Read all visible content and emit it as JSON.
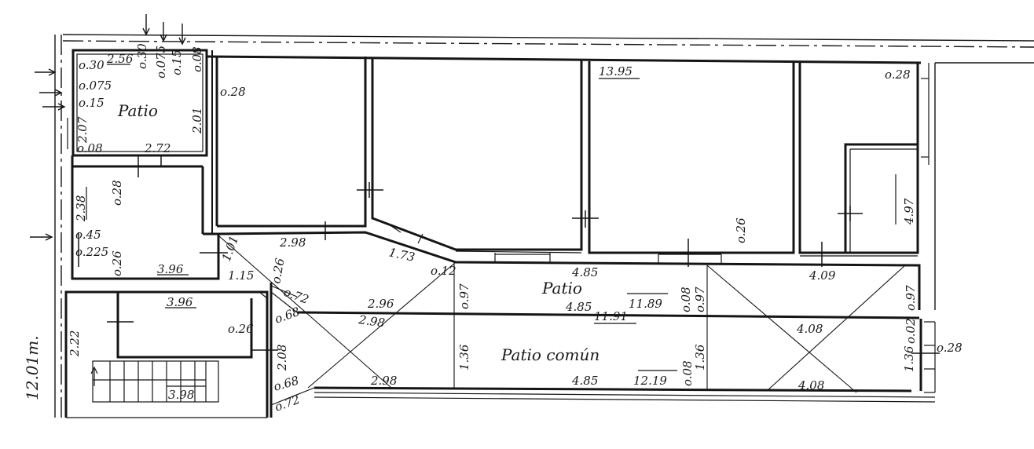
{
  "labels": {
    "patio_small": "Patio",
    "patio_mid": "Patio",
    "patio_comun": "Patio común"
  },
  "dimensions": {
    "d_030a": "o.30",
    "d_256": "2.56",
    "d_030b": "o.30",
    "d_075a": "o.075",
    "d_015a": "o.15",
    "d_008a": "o.08",
    "d_0075": "o.075",
    "d_015b": "o.15",
    "d_207": "2.07",
    "d_008b": "o.08",
    "d_201": "2.01",
    "d_028a": "o.28",
    "d_272": "2.72",
    "d_028v": "o.28",
    "d_238": "2.38",
    "d_045": "o.45",
    "d_0225": "o.225",
    "d_026a": "o.26",
    "d_396a": "3.96",
    "d_101": "1.01",
    "d_115": "1.15",
    "d_026b": "o.26",
    "d_072a": "o.72",
    "d_298a": "2.98",
    "d_173": "1.73",
    "d_012": "o.12",
    "d_1395": "13.95",
    "d_028b": "o.28",
    "d_026c": "o.26",
    "d_497": "4.97",
    "d_409": "4.09",
    "d_485a": "4.85",
    "d_097a": "o.97",
    "d_296": "2.96",
    "d_298b": "2.98",
    "d_485b": "4.85",
    "d_1189": "11.89",
    "d_008c": "o.08",
    "d_097b": "o.97",
    "d_097c": "o.97",
    "d_396b": "3.96",
    "d_222": "2.22",
    "d_026d": "o.26",
    "d_068a": "o.68",
    "d_208": "2.08",
    "d_1191": "11.91",
    "d_136a": "1.36",
    "d_136b": "1.36",
    "d_408a": "4.08",
    "d_136c": "1.36",
    "d_002": "o.02",
    "d_028c": "o.28",
    "d_068b": "o.68",
    "d_298c": "2.98",
    "d_485c": "4.85",
    "d_1219": "12.19",
    "d_008d": "o.08",
    "d_408b": "4.08",
    "d_072b": "o.72",
    "d_398": "3.98",
    "d_1201": "12.01m."
  }
}
